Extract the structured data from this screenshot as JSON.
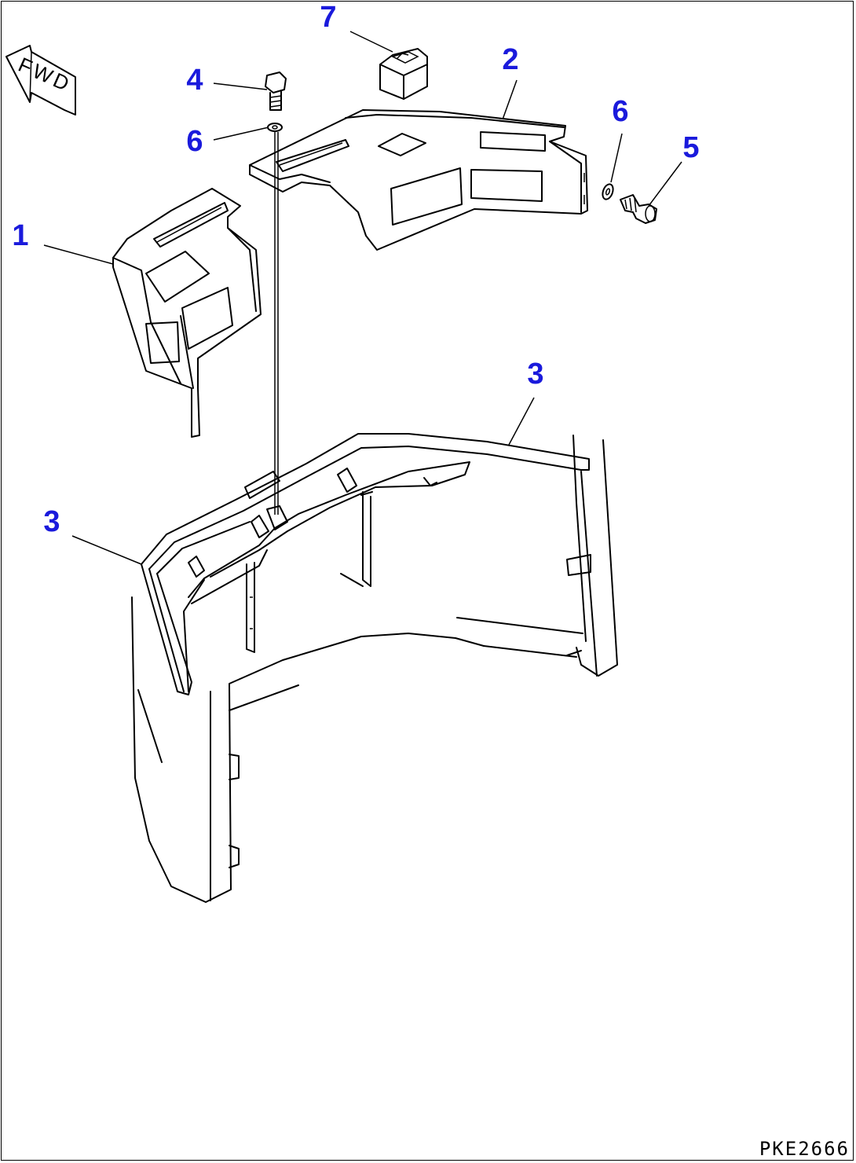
{
  "diagram": {
    "fwd_label": "FWD",
    "drawing_code": "PKE2666",
    "callout_color": "#1a1adc",
    "line_color": "#000000",
    "callouts": [
      {
        "id": "c1",
        "label": "1"
      },
      {
        "id": "c2",
        "label": "2"
      },
      {
        "id": "c3a",
        "label": "3"
      },
      {
        "id": "c3b",
        "label": "3"
      },
      {
        "id": "c4",
        "label": "4"
      },
      {
        "id": "c5",
        "label": "5"
      },
      {
        "id": "c6a",
        "label": "6"
      },
      {
        "id": "c6b",
        "label": "6"
      },
      {
        "id": "c7",
        "label": "7"
      }
    ]
  }
}
